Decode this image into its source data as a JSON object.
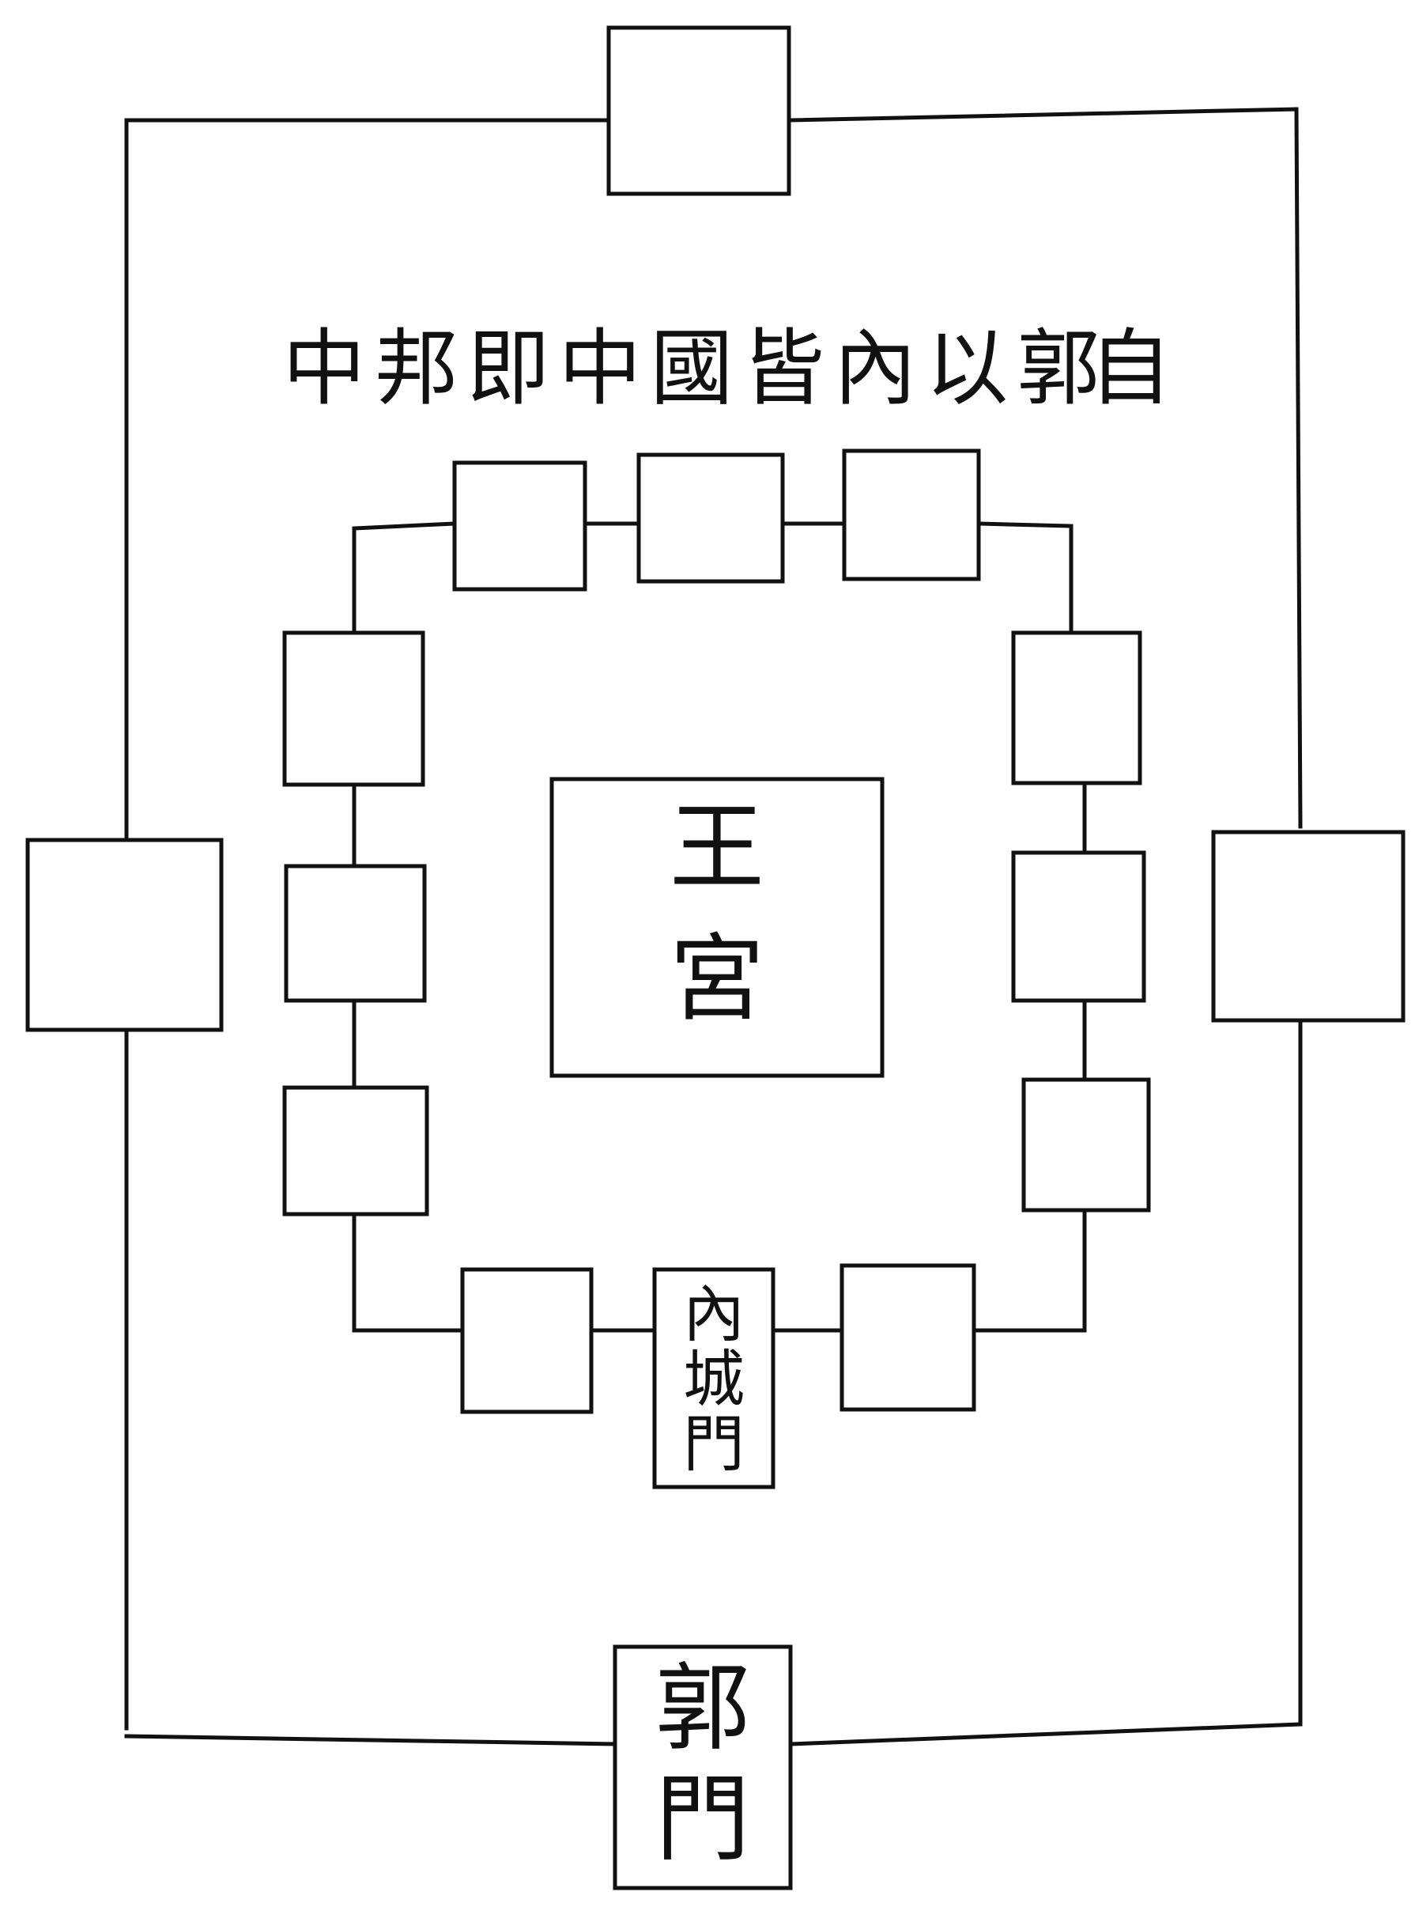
{
  "caption": {
    "chars": [
      "中",
      "邦",
      "即",
      "中",
      "國",
      "皆",
      "內",
      "以",
      "郭",
      "自"
    ]
  },
  "palace": {
    "chars": [
      "王",
      "宮"
    ]
  },
  "inner_gate": {
    "chars": [
      "內",
      "城",
      "門"
    ]
  },
  "outer_gate": {
    "chars": [
      "郭",
      "門"
    ]
  },
  "colors": {
    "ink": "#111111",
    "paper": "#ffffff"
  }
}
